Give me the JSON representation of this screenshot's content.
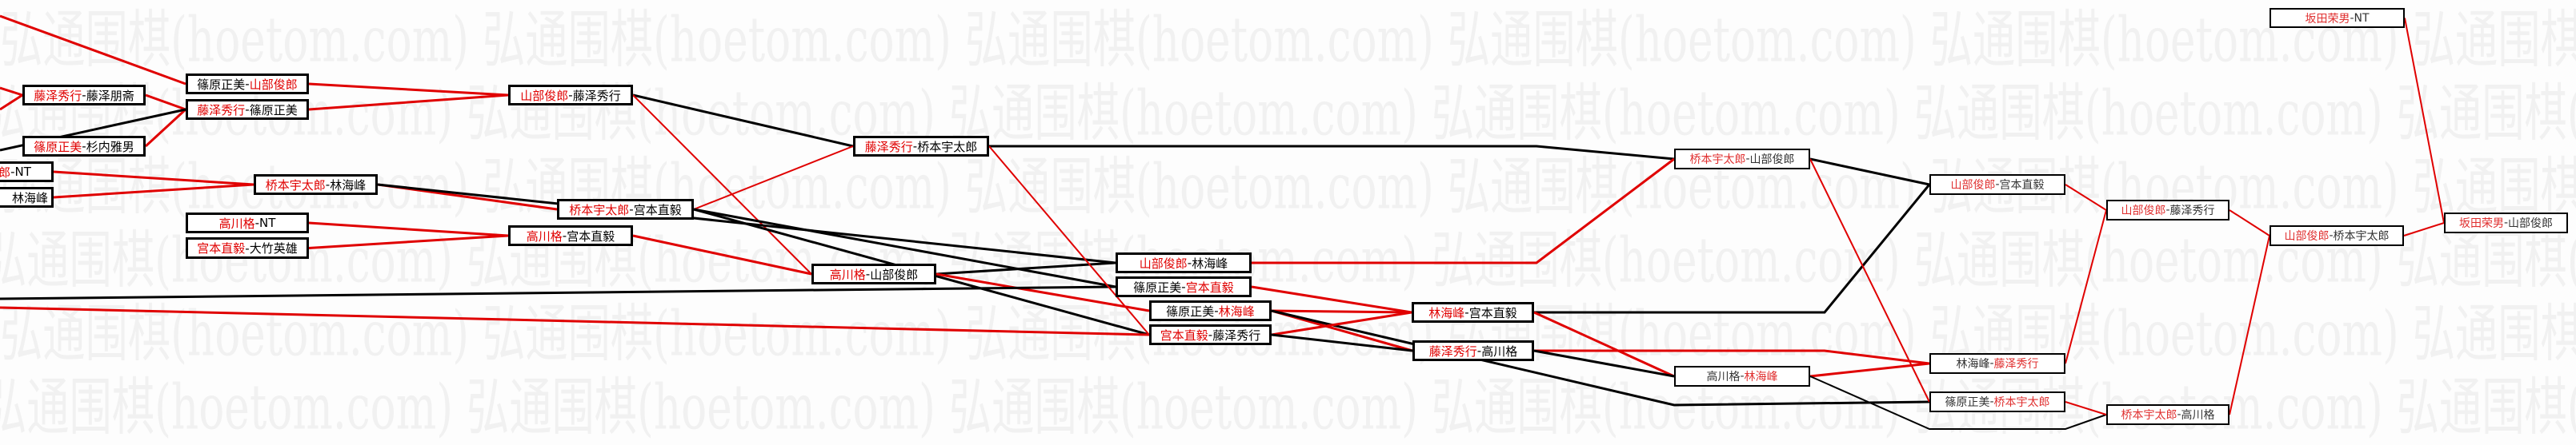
{
  "watermark": "弘通围棋(hoetom.com)",
  "colors": {
    "winner": "#e00000",
    "loser": "#000000",
    "win_line": "#e00000",
    "lose_line": "#000000"
  },
  "matches": [
    {
      "id": "A",
      "left": "藤泽秀行",
      "right": "藤泽朋斋",
      "winner": "left"
    },
    {
      "id": "B1",
      "left": "篠原正美",
      "right": "山部俊郎",
      "winner": "right"
    },
    {
      "id": "B2",
      "left": "藤泽秀行",
      "right": "篠原正美",
      "winner": "left"
    },
    {
      "id": "C",
      "left": "篠原正美",
      "right": "杉内雅男",
      "winner": "left"
    },
    {
      "id": "D",
      "left": "桥本宇太郎",
      "right": "NT",
      "winner": "left"
    },
    {
      "id": "E",
      "left": "",
      "right": "林海峰",
      "winner": "none"
    },
    {
      "id": "F",
      "left": "山部俊郎",
      "right": "藤泽秀行",
      "winner": "left"
    },
    {
      "id": "G",
      "left": "桥本宇太郎",
      "right": "林海峰",
      "winner": "left"
    },
    {
      "id": "H",
      "left": "桥本宇太郎",
      "right": "宫本直毅",
      "winner": "left"
    },
    {
      "id": "I",
      "left": "高川格",
      "right": "NT",
      "winner": "left"
    },
    {
      "id": "J",
      "left": "宫本直毅",
      "right": "大竹英雄",
      "winner": "left"
    },
    {
      "id": "K",
      "left": "高川格",
      "right": "宫本直毅",
      "winner": "left"
    },
    {
      "id": "L",
      "left": "高川格",
      "right": "山部俊郎",
      "winner": "left"
    },
    {
      "id": "M",
      "left": "藤泽秀行",
      "right": "桥本宇太郎",
      "winner": "left"
    },
    {
      "id": "N",
      "left": "山部俊郎",
      "right": "林海峰",
      "winner": "left"
    },
    {
      "id": "O1",
      "left": "篠原正美",
      "right": "宫本直毅",
      "winner": "right"
    },
    {
      "id": "O2",
      "left": "篠原正美",
      "right": "林海峰",
      "winner": "right"
    },
    {
      "id": "P",
      "left": "宫本直毅",
      "right": "藤泽秀行",
      "winner": "left"
    },
    {
      "id": "Q",
      "left": "林海峰",
      "right": "宫本直毅",
      "winner": "left"
    },
    {
      "id": "R",
      "left": "藤泽秀行",
      "right": "高川格",
      "winner": "left"
    },
    {
      "id": "S",
      "left": "高川格",
      "right": "林海峰",
      "winner": "right"
    },
    {
      "id": "T",
      "left": "桥本宇太郎",
      "right": "山部俊郎",
      "winner": "left"
    },
    {
      "id": "U",
      "left": "山部俊郎",
      "right": "宫本直毅",
      "winner": "left"
    },
    {
      "id": "Z",
      "left": "林海峰",
      "right": "藤泽秀行",
      "winner": "right"
    },
    {
      "id": "AA",
      "left": "篠原正美",
      "right": "桥本宇太郎",
      "winner": "right"
    },
    {
      "id": "V",
      "left": "山部俊郎",
      "right": "藤泽秀行",
      "winner": "left"
    },
    {
      "id": "AB",
      "left": "桥本宇太郎",
      "right": "高川格",
      "winner": "left"
    },
    {
      "id": "W",
      "left": "山部俊郎",
      "right": "桥本宇太郎",
      "winner": "left"
    },
    {
      "id": "Y",
      "left": "坂田荣男",
      "right": "NT",
      "winner": "left"
    },
    {
      "id": "X",
      "left": "坂田荣男",
      "right": "山部俊郎",
      "winner": "left"
    }
  ]
}
